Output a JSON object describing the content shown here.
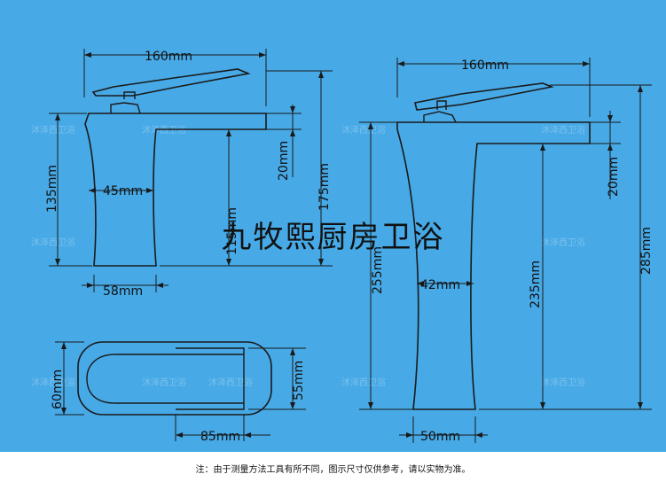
{
  "brand_title": "九牧熙厨房卫浴",
  "watermark": "沐泽西卫浴",
  "footnote": "注：由于测量方法工具有所不同，图示尺寸仅供参考，请以实物为准。",
  "colors": {
    "background": "#47a9e6",
    "line": "#1a1a1a",
    "accent": "#ffffff"
  },
  "dims": {
    "low": {
      "width": "160mm",
      "total_height": "135mm",
      "spout_drop": "20mm",
      "height_175": "175mm",
      "spout_height": "115mm",
      "neck": "45mm",
      "base": "58mm"
    },
    "top": {
      "depth": "60mm",
      "inner": "55mm",
      "length": "85mm"
    },
    "tall": {
      "width": "160mm",
      "drop": "20mm",
      "total": "285mm",
      "body": "255mm",
      "spout": "235mm",
      "neck": "42mm",
      "base": "50mm"
    }
  }
}
